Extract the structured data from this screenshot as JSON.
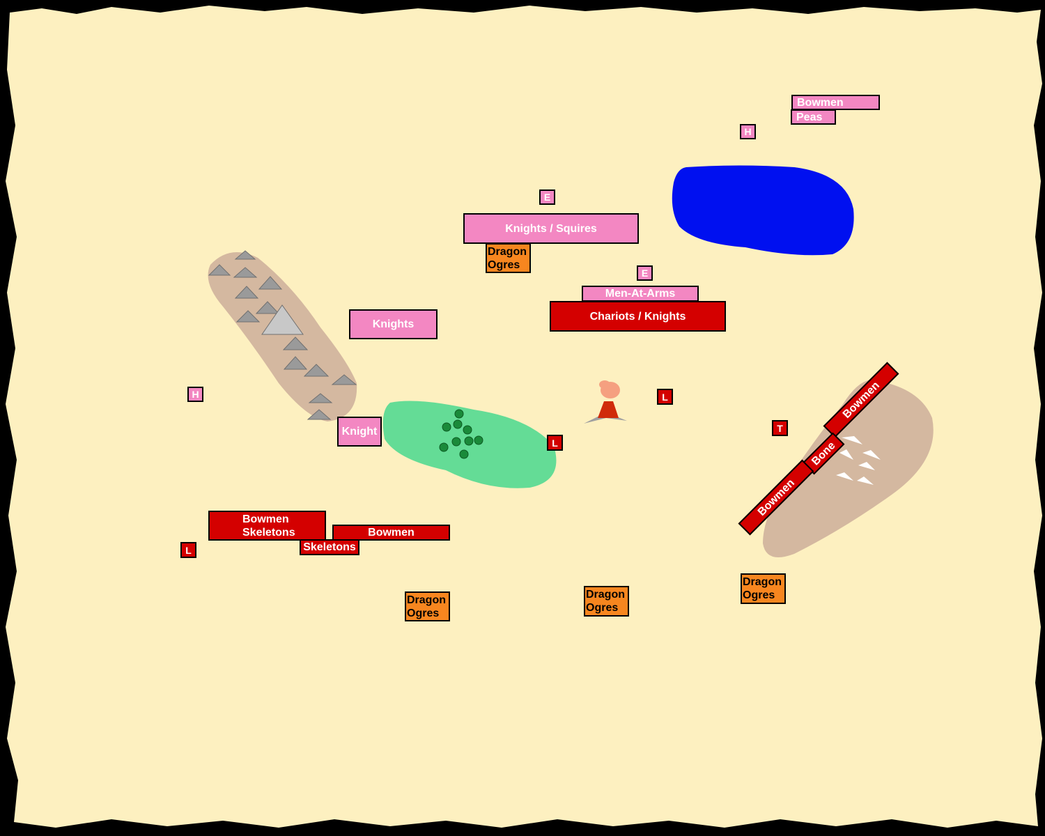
{
  "colors": {
    "parchment": "#fdf0c0",
    "frame": "#000000",
    "pink_army": "#f387c2",
    "red_army": "#d40000",
    "ogres": "#f7861f",
    "lake": "#0010f0",
    "forest": "#64dc96",
    "hills": "#d4b8a0"
  },
  "terrain": {
    "hill_left": "mountain-range-icon",
    "hill_right": "rocky-hill-icon",
    "forest": "tree-icon",
    "lake": "lake-icon",
    "volcano": "volcano-icon"
  },
  "units": {
    "pink_bowmen": "Bowmen",
    "pink_peas": "Peas",
    "pink_h_top": "H",
    "pink_e_top": "E",
    "pink_knights_squires": "Knights / Squires",
    "ogres_top_line1": "Dragon",
    "ogres_top_line2": "Ogres",
    "pink_e_mid": "E",
    "pink_men_at_arms": "Men-At-Arms",
    "red_chariots_knights": "Chariots / Knights",
    "pink_knights": "Knights",
    "pink_h_left": "H",
    "pink_knight": "Knight",
    "red_l_center": "L",
    "red_l_volcano": "L",
    "red_t": "T",
    "red_bowmen_skeletons_line1": "Bowmen",
    "red_bowmen_skeletons_line2": "Skeletons",
    "red_bowmen_low": "Bowmen",
    "red_skeletons": "Skeletons",
    "red_l_left": "L",
    "red_bowmen_diag_top": "Bowmen",
    "red_bone": "Bone",
    "red_bowmen_diag_bottom": "Bowmen",
    "ogres_bl_line1": "Dragon",
    "ogres_bl_line2": "Ogres",
    "ogres_bc_line1": "Dragon",
    "ogres_bc_line2": "Ogres",
    "ogres_br_line1": "Dragon",
    "ogres_br_line2": "Ogres"
  }
}
